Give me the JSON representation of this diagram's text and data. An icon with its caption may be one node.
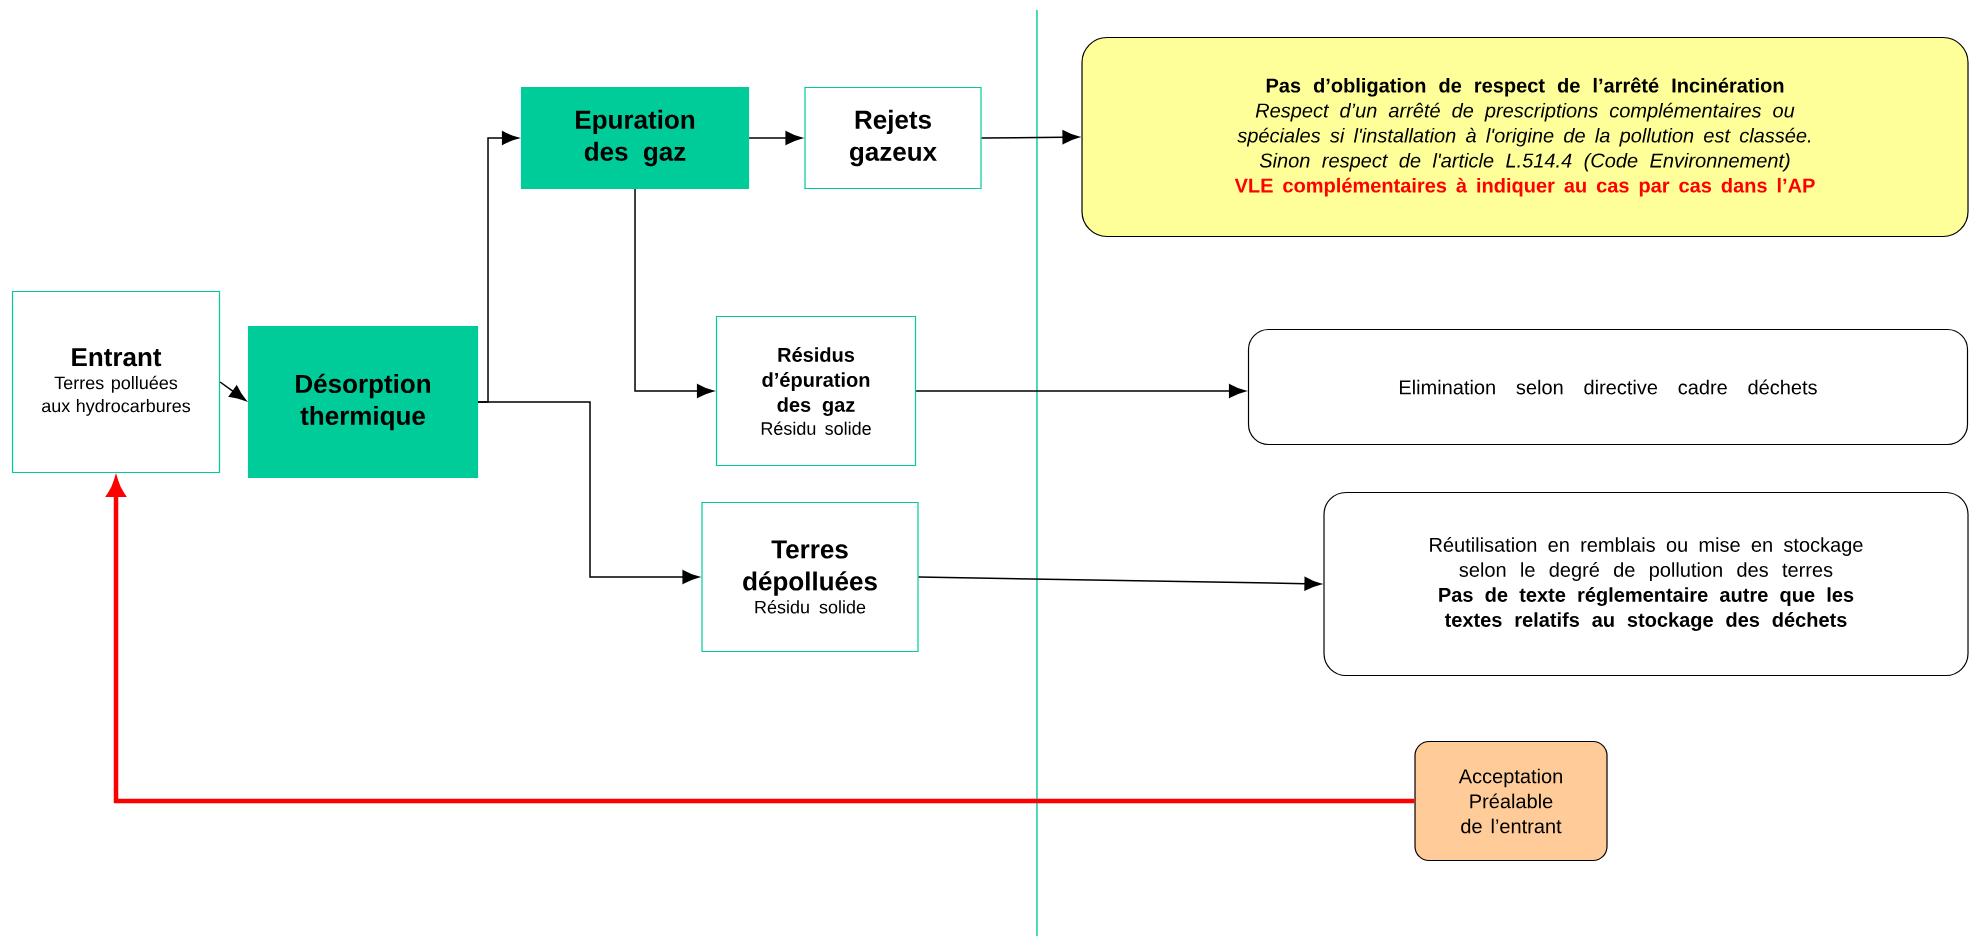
{
  "diagram": {
    "nodes": [
      {
        "text": [
          "Entrant",
          "Terres polluées aux hydrocarbures"
        ]
      },
      {
        "text": [
          "Désorption thermique"
        ]
      },
      {
        "text": [
          "Epuration des gaz"
        ]
      },
      {
        "text": [
          "Rejets gazeux"
        ]
      },
      {
        "text": [
          "Pas d’obligation de respect de l’arrêté Incinération",
          "Respect d’un arrêté de prescriptions complémentaires ou spéciales si l'installation à l'origine de la pollution est classée.",
          "Sinon respect de l'article L.514.4 (Code Environnement)",
          "VLE complémentaires à indiquer au cas par cas dans l’AP"
        ]
      },
      {
        "text": [
          "Résidus d’épuration des gaz",
          "Résidu solide"
        ]
      },
      {
        "text": [
          "Elimination selon directive cadre déchets"
        ]
      },
      {
        "text": [
          "Terres dépolluées",
          "Résidu solide"
        ]
      },
      {
        "text": [
          "Réutilisation en remblais ou mise en stockage selon le degré de pollution des terres",
          "Pas de texte réglementaire autre que les textes relatifs au stockage des déchets"
        ]
      },
      {
        "text": [
          "Acceptation Préalable de l’entrant"
        ]
      }
    ],
    "edges": [
      {
        "from": 0,
        "to": 1,
        "arrow": "to"
      },
      {
        "from": 1,
        "to": 2,
        "arrow": "to"
      },
      {
        "from": 1,
        "to": 7,
        "arrow": "to"
      },
      {
        "from": 2,
        "to": 3,
        "arrow": "to"
      },
      {
        "from": 2,
        "to": 5,
        "arrow": "to"
      },
      {
        "from": 3,
        "to": 4,
        "arrow": "to"
      },
      {
        "from": 5,
        "to": 6,
        "arrow": "to"
      },
      {
        "from": 7,
        "to": 8,
        "arrow": "to"
      },
      {
        "from": 9,
        "to": 0,
        "arrow": "to",
        "style": "thick",
        "color": "#ff0000"
      }
    ]
  }
}
